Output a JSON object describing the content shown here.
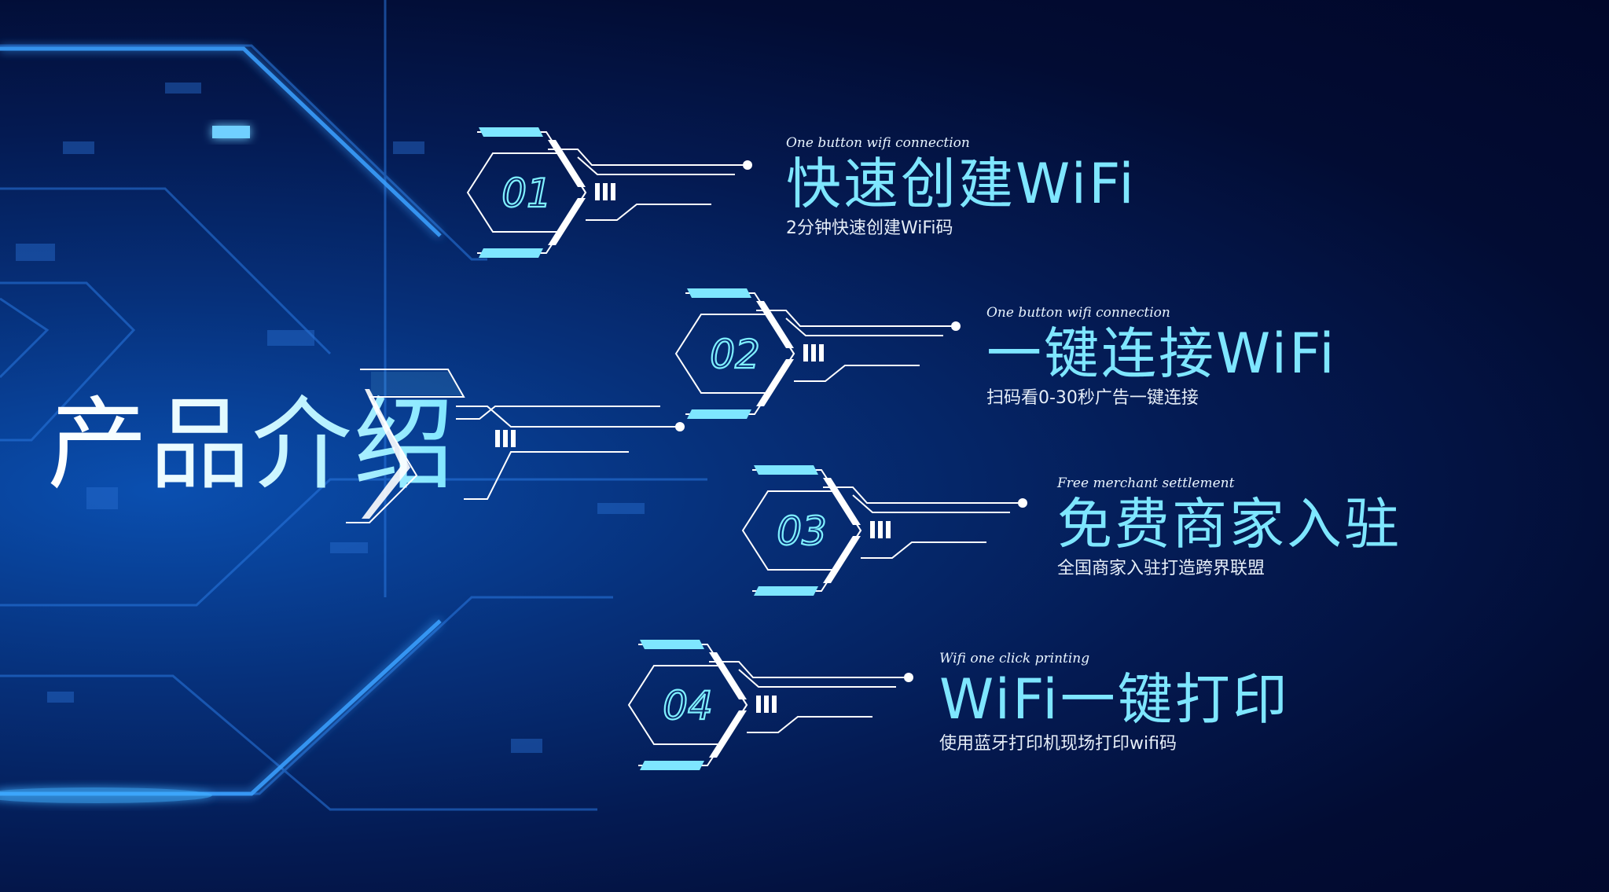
{
  "title": "产品介绍",
  "items": [
    {
      "num": "01",
      "en": "One button wifi connection",
      "title": "快速创建WiFi",
      "desc": "2分钟快速创建WiFi码"
    },
    {
      "num": "02",
      "en": "One button wifi connection",
      "title": "一键连接WiFi",
      "desc": "扫码看0-30秒广告一键连接"
    },
    {
      "num": "03",
      "en": "Free merchant settlement",
      "title": "免费商家入驻",
      "desc": "全国商家入驻打造跨界联盟"
    },
    {
      "num": "04",
      "en": "Wifi one click printing",
      "title": "WiFi一键打印",
      "desc": "使用蓝牙打印机现场打印wifi码"
    }
  ],
  "colors": {
    "accent": "#7ee6ff",
    "background": "#020c33",
    "glow": "#1d8cff"
  }
}
